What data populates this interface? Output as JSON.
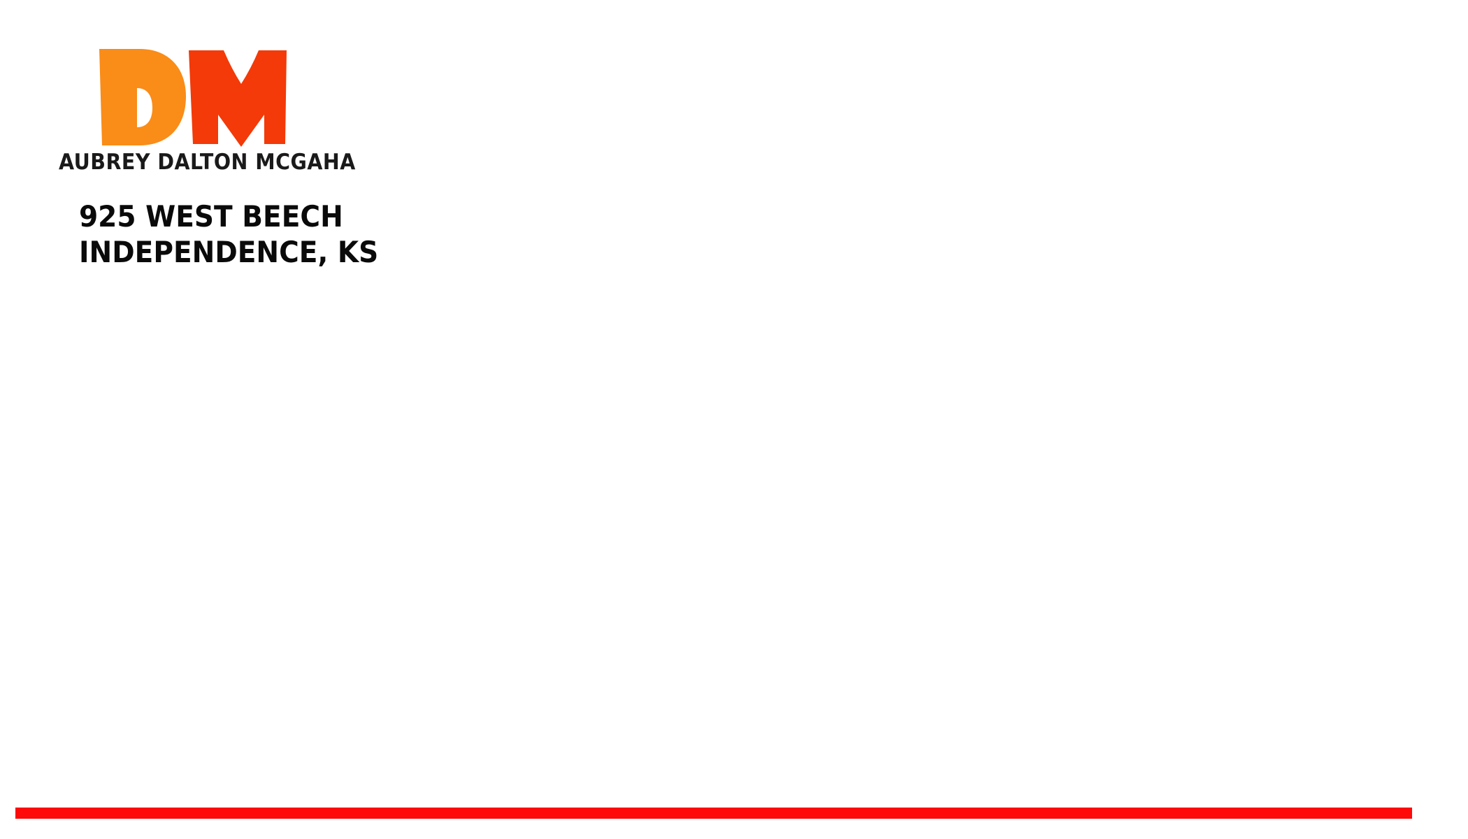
{
  "letterhead": {
    "monogram": "DM",
    "monogram_colors": {
      "d": "#fa8c18",
      "m": "#f33a08"
    },
    "name": "AUBREY DALTON MCGAHA",
    "address_line_1": "925 WEST BEECH",
    "address_line_2": "INDEPENDENCE, KS"
  },
  "footer": {
    "rule_color": "#ff0a0a"
  }
}
